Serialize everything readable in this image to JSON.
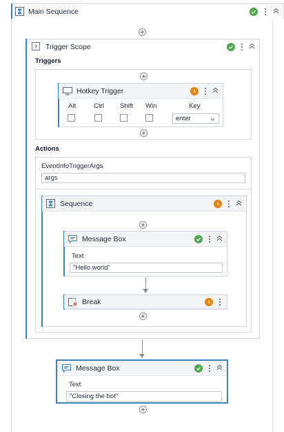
{
  "main_sequence": {
    "title": "Main Sequence"
  },
  "trigger_scope": {
    "title": "Trigger Scope",
    "triggers_label": "Triggers",
    "actions_label": "Actions"
  },
  "hotkey_trigger": {
    "title": "Hotkey Trigger",
    "modifiers": [
      "Alt",
      "Ctrl",
      "Shift",
      "Win"
    ],
    "key_label": "Key",
    "key_value": "enter"
  },
  "event_args": {
    "label": "EventInfoTriggerArgs",
    "value": "args"
  },
  "inner_sequence": {
    "title": "Sequence"
  },
  "message_box_1": {
    "title": "Message Box",
    "text_label": "Text",
    "text_value": "\"Hello world\""
  },
  "break_activity": {
    "title": "Break"
  },
  "message_box_2": {
    "title": "Message Box",
    "text_label": "Text",
    "text_value": "\"Closing the bot\""
  },
  "colors": {
    "accent": "#3b82c4",
    "success": "#4ba84b",
    "warning": "#e8820c",
    "border": "#cfd5dc"
  },
  "icons": {
    "sequence": "sequence-icon",
    "trigger_scope": "trigger-scope-icon",
    "hotkey": "keyboard-icon",
    "message_box": "message-box-icon",
    "break": "break-icon",
    "status_ok": "check-circle-icon",
    "status_warn": "warning-clock-icon",
    "more": "kebab-icon",
    "collapse": "collapse-chevron-icon",
    "add": "add-activity-icon"
  }
}
